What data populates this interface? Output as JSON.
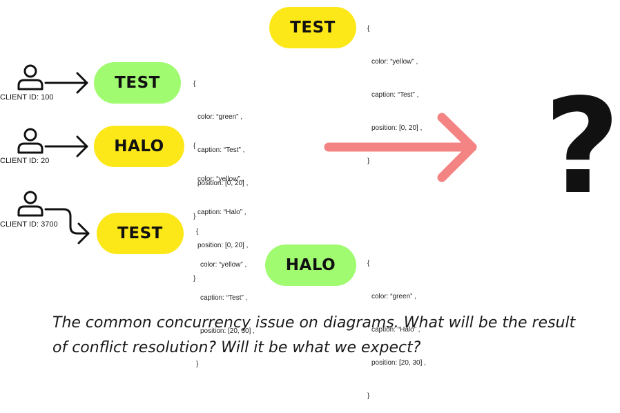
{
  "colors": {
    "green": "#a0fb70",
    "yellow": "#fce819",
    "arrow": "#f48484",
    "ink": "#111111"
  },
  "clients": [
    {
      "label": "CLIENT ID: 100"
    },
    {
      "label": "CLIENT ID: 20"
    },
    {
      "label": "CLIENT ID: 3700"
    }
  ],
  "nodes": [
    {
      "caption": "TEST",
      "color": "yellow",
      "code": [
        "{",
        "color: “yellow” ,",
        "caption: “Test” ,",
        "position: [0, 20] ,",
        "}"
      ]
    },
    {
      "caption": "TEST",
      "color": "green",
      "code": [
        "{",
        "color: “green” ,",
        "caption: “Test” ,",
        "position: [0, 20] ,",
        "}"
      ]
    },
    {
      "caption": "HALO",
      "color": "yellow",
      "code": [
        "{",
        "color: “yellow” ,",
        "caption: “Halo” ,",
        "position: [0, 20] ,",
        "}"
      ]
    },
    {
      "caption": "TEST",
      "color": "yellow",
      "code": [
        "{",
        "color: “yellow” ,",
        "caption: “Test” ,",
        "position: [20, 30] ,",
        "}"
      ]
    },
    {
      "caption": "HALO",
      "color": "green",
      "code": [
        "{",
        "color: “green” ,",
        "caption: “Halo” ,",
        "position: [20, 30] ,",
        "}"
      ]
    }
  ],
  "result_symbol": "?",
  "caption_lines": [
    "The common concurrency issue on diagrams. What will be the result",
    "of conflict resolution? Will it be what we expect?"
  ],
  "icons": {
    "user": "user-icon",
    "arrow": "arrow-right-icon",
    "big_arrow": "big-arrow-right-icon"
  }
}
